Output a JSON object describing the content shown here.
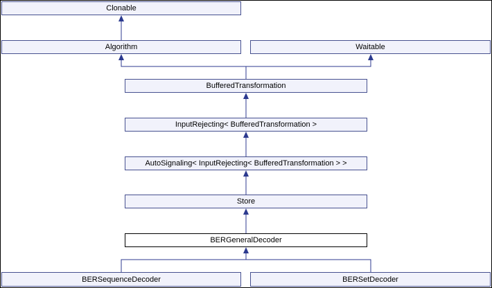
{
  "diagram": {
    "kind": "class-inheritance-graph",
    "nodes": {
      "clonable": "Clonable",
      "algorithm": "Algorithm",
      "waitable": "Waitable",
      "buffered_transformation": "BufferedTransformation",
      "input_rejecting": "InputRejecting< BufferedTransformation >",
      "auto_signaling": "AutoSignaling< InputRejecting< BufferedTransformation > >",
      "store": "Store",
      "ber_general_decoder": "BERGeneralDecoder",
      "ber_sequence_decoder": "BERSequenceDecoder",
      "ber_set_decoder": "BERSetDecoder"
    },
    "current_node": "BERGeneralDecoder",
    "edges": [
      {
        "from": "Algorithm",
        "to": "Clonable"
      },
      {
        "from": "BufferedTransformation",
        "to": "Algorithm"
      },
      {
        "from": "BufferedTransformation",
        "to": "Waitable"
      },
      {
        "from": "InputRejecting< BufferedTransformation >",
        "to": "BufferedTransformation"
      },
      {
        "from": "AutoSignaling< InputRejecting< BufferedTransformation > >",
        "to": "InputRejecting< BufferedTransformation >"
      },
      {
        "from": "Store",
        "to": "AutoSignaling< InputRejecting< BufferedTransformation > >"
      },
      {
        "from": "BERGeneralDecoder",
        "to": "Store"
      },
      {
        "from": "BERSequenceDecoder",
        "to": "BERGeneralDecoder"
      },
      {
        "from": "BERSetDecoder",
        "to": "BERGeneralDecoder"
      }
    ],
    "colors": {
      "node_fill": "#f1f2fb",
      "node_border": "#46508f",
      "current_fill": "#ffffff",
      "current_border": "#000000",
      "edge": "#2c3a8f",
      "text": "#000000",
      "background": "#ffffff"
    }
  }
}
